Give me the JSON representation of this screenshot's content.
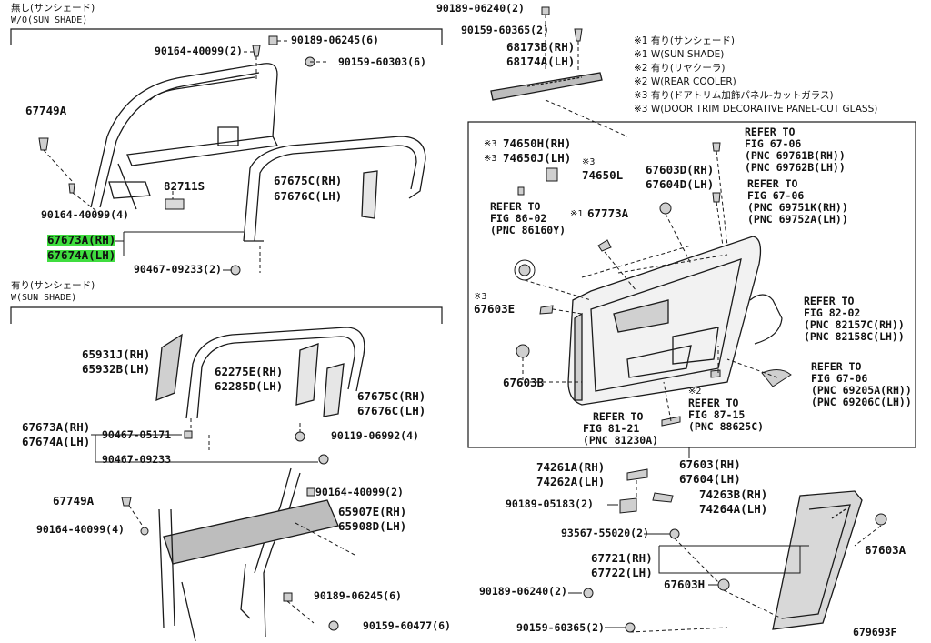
{
  "sections": {
    "wo_sunshade_jp": "無し(サンシェード)",
    "wo_sunshade_en": "W/O(SUN SHADE)",
    "w_sunshade_jp": "有り(サンシェード)",
    "w_sunshade_en": "W(SUN SHADE)"
  },
  "notes": [
    "※1 有り(サンシェード)",
    "※1 W(SUN SHADE)",
    "※2 有り(リヤクーラ)",
    "※2 W(REAR COOLER)",
    "※3 有り(ドアトリム加飾パネル-カットガラス)",
    "※3 W(DOOR TRIM DECORATIVE PANEL-CUT GLASS)"
  ],
  "parts": {
    "p90164_40099_2_top": "90164-40099(2)",
    "p90189_06245_6_top": "90189-06245(6)",
    "p90159_60303_6": "90159-60303(6)",
    "p67749A_top": "67749A",
    "p82711S": "82711S",
    "p90164_40099_4_top": "90164-40099(4)",
    "p67675C_RH_top": "67675C(RH)",
    "p67676C_LH_top": "67676C(LH)",
    "p67673A_RH_top": "67673A(RH)",
    "p67674A_LH_top": "67674A(LH)",
    "p90467_09233_2": "90467-09233(2)",
    "p65931J_RH": "65931J(RH)",
    "p65932B_LH": "65932B(LH)",
    "p62275E_RH": "62275E(RH)",
    "p62285D_LH": "62285D(LH)",
    "p67675C_RH_bot": "67675C(RH)",
    "p67676C_LH_bot": "67676C(LH)",
    "p67673A_RH_bot": "67673A(RH)",
    "p67674A_LH_bot": "67674A(LH)",
    "p90467_05171": "90467-05171",
    "p90119_06992_4": "90119-06992(4)",
    "p90467_09233": "90467-09233",
    "p90164_40099_2_bot": "90164-40099(2)",
    "p67749A_bot": "67749A",
    "p90164_40099_4_bot": "90164-40099(4)",
    "p65907E_RH": "65907E(RH)",
    "p65908D_LH": "65908D(LH)",
    "p90189_06245_6_bot": "90189-06245(6)",
    "p90159_60477_6": "90159-60477(6)",
    "p90189_06240_2_top": "90189-06240(2)",
    "p90159_60365_2_top": "90159-60365(2)",
    "p68173B_RH": "68173B(RH)",
    "p68174A_LH": "68174A(LH)",
    "p74650H_RH": "74650H(RH)",
    "p74650J_LH": "74650J(LH)",
    "p74650L": "74650L",
    "p67603D_RH": "67603D(RH)",
    "p67604D_LH": "67604D(LH)",
    "p67773A": "67773A",
    "p67603E": "67603E",
    "p67603B": "67603B",
    "p74261A_RH": "74261A(RH)",
    "p74262A_LH": "74262A(LH)",
    "p67603_RH": "67603(RH)",
    "p67604_LH": "67604(LH)",
    "p74263B_RH": "74263B(RH)",
    "p74264A_LH": "74264A(LH)",
    "p90189_05183_2": "90189-05183(2)",
    "p93567_55020_2": "93567-55020(2)",
    "p67721_RH": "67721(RH)",
    "p67722_LH": "67722(LH)",
    "p67603H": "67603H",
    "p67603A": "67603A",
    "p90189_06240_2_bot": "90189-06240(2)",
    "p90159_60365_2_bot": "90159-60365(2)"
  },
  "marks": {
    "m3_74650H": "※3",
    "m3_74650J": "※3",
    "m3_74650L": "※3",
    "m1_67773A": "※1",
    "m3_67603E": "※3",
    "m2_refer8715": "※2"
  },
  "refers": {
    "r8602_1": "REFER TO",
    "r8602_2": "FIG 86-02",
    "r8602_3": "(PNC 86160Y)",
    "r6706a_1": "REFER TO",
    "r6706a_2": "FIG 67-06",
    "r6706a_3": "(PNC 69761B(RH))",
    "r6706a_4": "(PNC 69762B(LH))",
    "r6706b_1": "REFER TO",
    "r6706b_2": "FIG 67-06",
    "r6706b_3": "(PNC 69751K(RH))",
    "r6706b_4": "(PNC 69752A(LH))",
    "r8202_1": "REFER TO",
    "r8202_2": "FIG 82-02",
    "r8202_3": "(PNC 82157C(RH))",
    "r8202_4": "(PNC 82158C(LH))",
    "r6706c_1": "REFER TO",
    "r6706c_2": "FIG 67-06",
    "r6706c_3": "(PNC 69205A(RH))",
    "r6706c_4": "(PNC 69206C(LH))",
    "r8715_1": "REFER TO",
    "r8715_2": "FIG 87-15",
    "r8715_3": "(PNC 88625C)",
    "r8121_1": "REFER TO",
    "r8121_2": "FIG 81-21",
    "r8121_3": "(PNC 81230A)"
  },
  "figure_code": "679693F",
  "colors": {
    "line": "#1a1a1a",
    "highlight": "#3fdd3f",
    "part_fill": "#d9d9d9"
  }
}
